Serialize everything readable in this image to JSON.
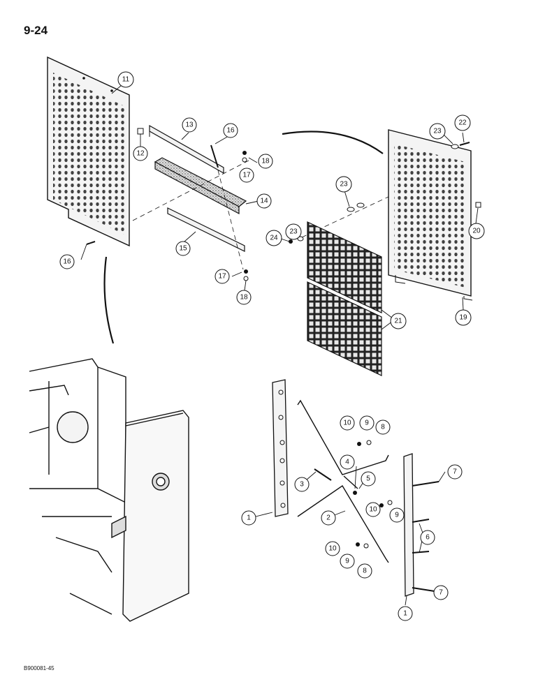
{
  "page_number": "9-24",
  "figure_code": "B900081-45",
  "callouts": [
    "1",
    "1",
    "2",
    "3",
    "4",
    "5",
    "6",
    "7",
    "7",
    "8",
    "8",
    "9",
    "9",
    "9",
    "10",
    "10",
    "10",
    "11",
    "12",
    "13",
    "14",
    "15",
    "16",
    "16",
    "17",
    "17",
    "18",
    "18",
    "19",
    "20",
    "21",
    "22",
    "23",
    "23",
    "23",
    "24"
  ]
}
